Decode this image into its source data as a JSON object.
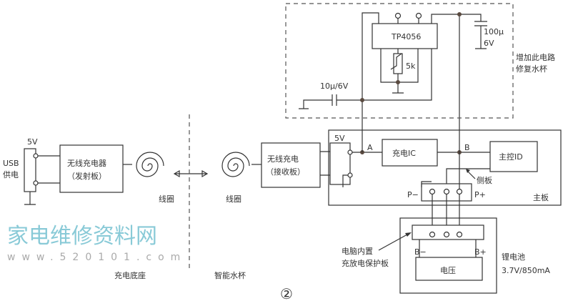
{
  "left": {
    "usb_line1": "USB",
    "usb_line2": "供电",
    "v5": "5V",
    "charger_line1": "无线充电器",
    "charger_line2": "（发射板）",
    "coil": "线圈",
    "section": "充电底座"
  },
  "cup": {
    "coil": "线圈",
    "receiver_line1": "无线充电",
    "receiver_line2": "（接收板）",
    "section": "智能水杯"
  },
  "mainboard": {
    "label": "主板",
    "v5": "5V",
    "node_a": "A",
    "node_b": "B",
    "charge_ic": "充电IC",
    "main_ctrl": "主控ID",
    "side_board": "侧板",
    "p_minus": "P−",
    "p_plus": "P+"
  },
  "added": {
    "ic": "TP4056",
    "resistor": "5k",
    "cap1": "10μ/6V",
    "cap2_line1": "100μ",
    "cap2_line2": "6V",
    "note_line1": "增加此电路",
    "note_line2": "修复水杯"
  },
  "battery": {
    "protect_line1": "电脑内置",
    "protect_line2": "充放电保护板",
    "b_minus": "B−",
    "b_plus": "B+",
    "voltage": "电压",
    "name": "锂电池",
    "spec": "3.7V/850mA"
  },
  "figure_number": "②",
  "watermark": {
    "text": "家电维修资料网",
    "url": "www.520101.com"
  }
}
